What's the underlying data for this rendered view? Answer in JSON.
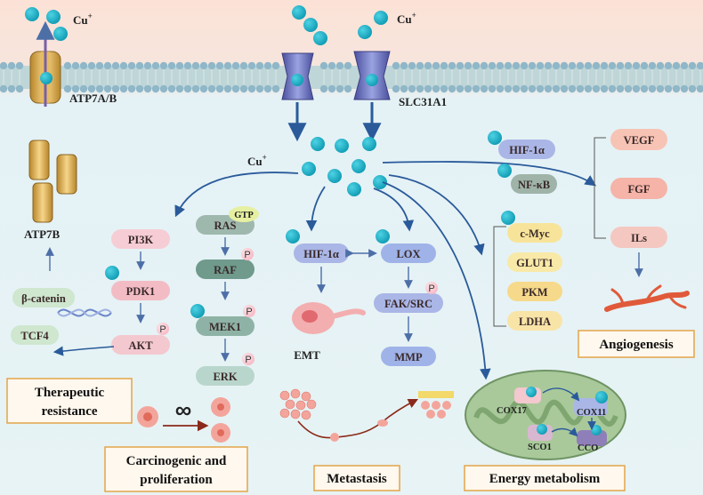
{
  "labels": {
    "cu_left": "Cu",
    "cu_right": "Cu",
    "cu_mid": "Cu",
    "cu_sup": "+",
    "atp7ab": "ATP7A/B",
    "slc31a1": "SLC31A1",
    "atp7b": "ATP7B",
    "beta_catenin": "β-catenin",
    "tcf4": "TCF4",
    "pi3k": "PI3K",
    "pdk1": "PDK1",
    "akt": "AKT",
    "ras": "RAS",
    "gtp": "GTP",
    "raf": "RAF",
    "mek1": "MEK1",
    "erk": "ERK",
    "hif1a_mid": "HIF-1α",
    "lox": "LOX",
    "fak_src": "FAK/SRC",
    "mmp": "MMP",
    "emt": "EMT",
    "hif1a_right": "HIF-1α",
    "nfkb": "NF-κB",
    "vegf": "VEGF",
    "fgf": "FGF",
    "ils": "ILs",
    "cmyc": "c-Myc",
    "glut1": "GLUT1",
    "pkm": "PKM",
    "ldha": "LDHA",
    "cox17": "COX17",
    "cox11": "COX11",
    "sco1": "SCO1",
    "cco": "CCO",
    "p": "P",
    "infinity": "∞"
  },
  "boxes": {
    "therapeutic_1": "Therapeutic",
    "therapeutic_2": "resistance",
    "carcinogenic_1": "Carcinogenic and",
    "carcinogenic_2": "proliferation",
    "metastasis": "Metastasis",
    "energy": "Energy metabolism",
    "angiogenesis": "Angiogenesis"
  },
  "colors": {
    "bg_top": "#fbe4d8",
    "bg_bottom": "#e6f3f6",
    "copper": "#1ab1c9",
    "arrow": "#2a5a9a",
    "pink_pill": "#f3c5cc",
    "green_pill": "#7fa396",
    "lavender_pill": "#aab6e6",
    "yellow_pill": "#f7e49a",
    "box_border": "#e3a44a"
  }
}
